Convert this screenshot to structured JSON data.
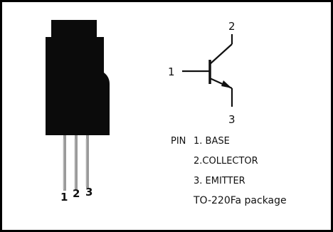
{
  "package_photo": {
    "pin_numbers": [
      "1",
      "2",
      "3"
    ]
  },
  "symbol": {
    "type": "NPN transistor",
    "terminal_labels": {
      "base": "1",
      "collector": "2",
      "emitter": "3"
    }
  },
  "pin_legend": {
    "prefix": "PIN",
    "lines": [
      "1. BASE",
      "2.COLLECTOR",
      "3. EMITTER"
    ],
    "package": "TO-220Fa package"
  },
  "colors": {
    "ink": "#111111",
    "body": "#0b0b0b",
    "lead": "#9a9a9a",
    "background": "#ffffff"
  }
}
